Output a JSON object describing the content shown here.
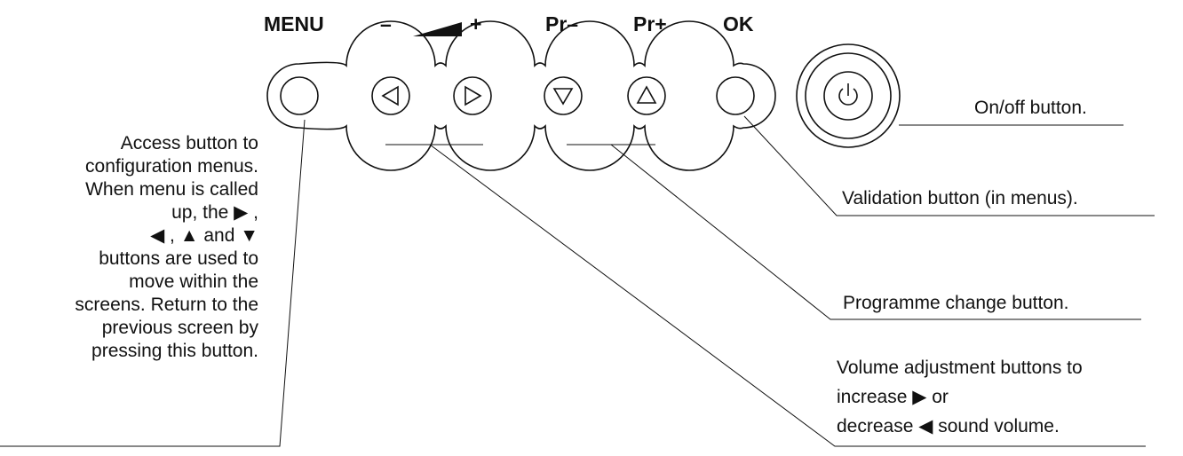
{
  "top_labels": {
    "menu": "MENU",
    "vol_minus": "–",
    "vol_plus": "+",
    "pr_minus": "Pr–",
    "pr_plus": "Pr+",
    "ok": "OK"
  },
  "callouts": {
    "onoff": "On/off button.",
    "validation": "Validation button (in menus).",
    "programme": "Programme change button.",
    "volume_lines": [
      "Volume adjustment buttons to",
      "increase ▶ or",
      "decrease ◀ sound volume."
    ],
    "menu_lines": [
      "Access button to",
      "configuration menus.",
      "When menu is called",
      "up, the ▶ ,",
      "◀ , ▲ and ▼",
      "buttons are used to",
      "move within the",
      "screens. Return to the",
      "previous screen by",
      "pressing this button."
    ]
  },
  "icons": {
    "menu_button": "plain-circle",
    "vol_down_button": "triangle-left-icon",
    "vol_up_button": "triangle-right-icon",
    "pr_down_button": "triangle-down-icon",
    "pr_up_button": "triangle-up-icon",
    "ok_button": "plain-circle",
    "power_button": "power-icon",
    "volume_symbol": "volume-wedge-icon"
  }
}
